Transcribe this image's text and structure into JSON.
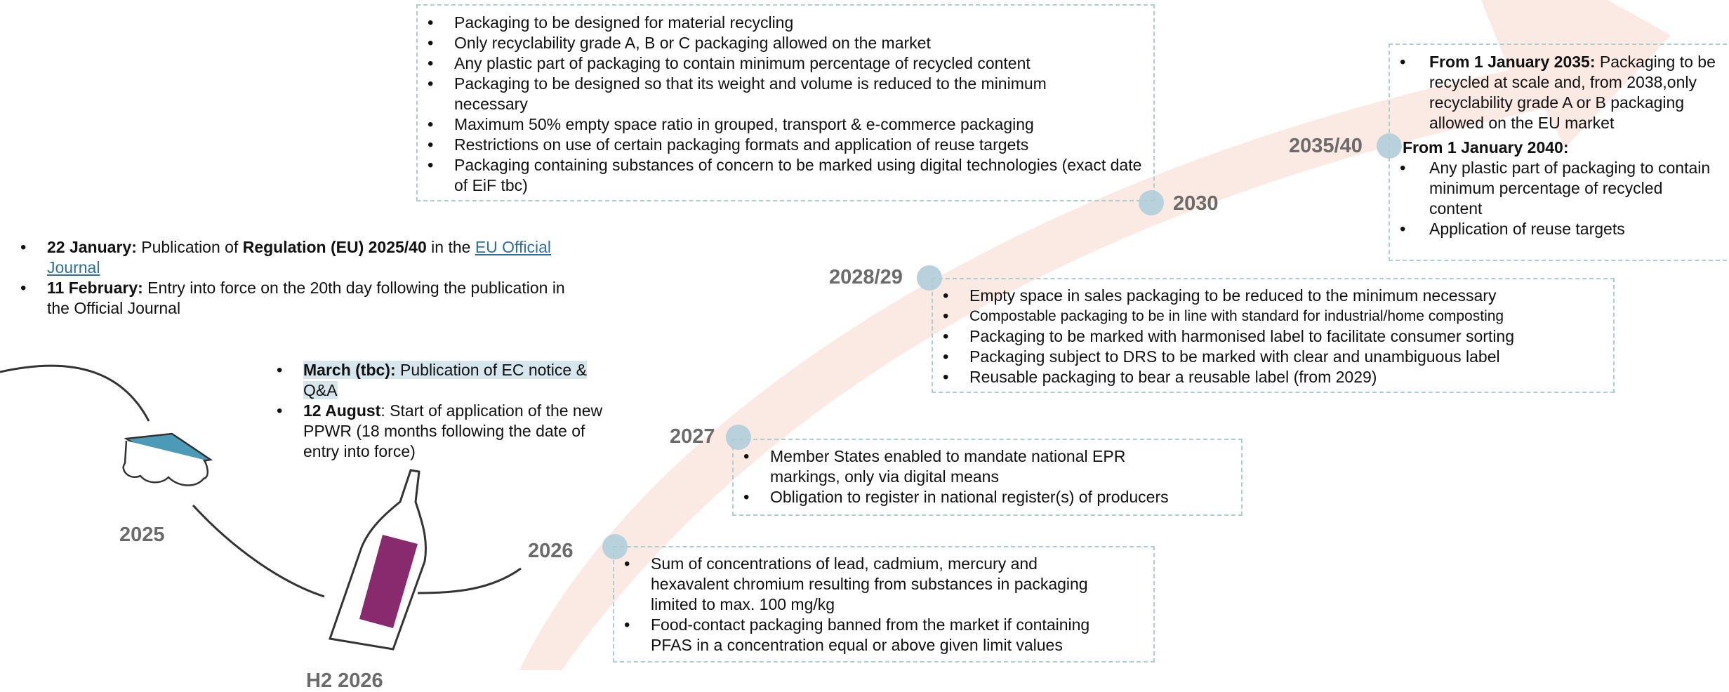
{
  "intro": {
    "items": [
      {
        "bold": "22 January:",
        "text1": " Publication of ",
        "bold2": "Regulation (EU) 2025/40",
        "text2": " in the ",
        "link": "EU Official Journal"
      },
      {
        "bold": "11 February:",
        "text": " Entry into force on the 20th day following the publication in the Official Journal"
      }
    ]
  },
  "h2_2026_notes": {
    "items": [
      {
        "bold": "March (tbc):",
        "text": " Publication of EC notice & Q&A"
      },
      {
        "bold": "12 August",
        "text": ": Start of application of the new PPWR (18 months following the date of entry into force)"
      }
    ]
  },
  "milestones": {
    "y2025": "2025",
    "yh2_2026": "H2 2026",
    "y2026": "2026",
    "y2027": "2027",
    "y2028": "2028/29",
    "y2030": "2030",
    "y2035": "2035/40"
  },
  "box_2030": {
    "items": [
      "Packaging to be designed for material recycling",
      "Only recyclability grade A, B or C packaging allowed on the market",
      "Any plastic part of packaging to contain minimum percentage of recycled content",
      "Packaging to be designed so that its weight and volume is reduced to the minimum necessary",
      "Maximum 50% empty space ratio in grouped, transport & e-commerce packaging",
      "Restrictions on use of certain packaging formats and application of reuse targets",
      "Packaging containing substances of concern to be marked using digital technologies (exact date of EiF tbc)"
    ]
  },
  "box_2035": {
    "item1_bold": "From 1 January 2035:",
    "item1_text": " Packaging to be recycled at scale and, from 2038,only recyclability grade A or B packaging allowed on the EU market",
    "heading_2040": "From 1 January 2040:",
    "items_2040": [
      "Any plastic part of packaging to contain minimum percentage of recycled content",
      "Application of reuse targets"
    ]
  },
  "box_2028": {
    "items": [
      "Empty space in sales packaging to be reduced to the minimum necessary",
      "Compostable packaging to be in line with standard for industrial/home composting",
      "Packaging to be marked with harmonised label to facilitate consumer sorting",
      "Packaging subject to DRS to be marked with clear and unambiguous label",
      "Reusable packaging to bear a reusable label (from 2029)"
    ]
  },
  "box_2027": {
    "items": [
      "Member States enabled to mandate national EPR markings, only via digital means",
      "Obligation to register in national register(s) of producers"
    ]
  },
  "box_2026": {
    "items": [
      "Sum of concentrations of lead, cadmium, mercury and hexavalent chromium resulting from substances in packaging limited to max. 100 mg/kg",
      "Food-contact packaging banned from the market if containing PFAS in a concentration equal or above given limit values"
    ]
  },
  "colors": {
    "arrow": "#fbe9e3",
    "dot": "#b9d1dd",
    "box_border": "#a9cfd0",
    "year_text": "#6b6b6b",
    "bottle": "#8a2a6e",
    "package": "#4b9ab6"
  },
  "icons": [
    "bottle-icon",
    "food-package-icon",
    "timeline-arrow"
  ]
}
